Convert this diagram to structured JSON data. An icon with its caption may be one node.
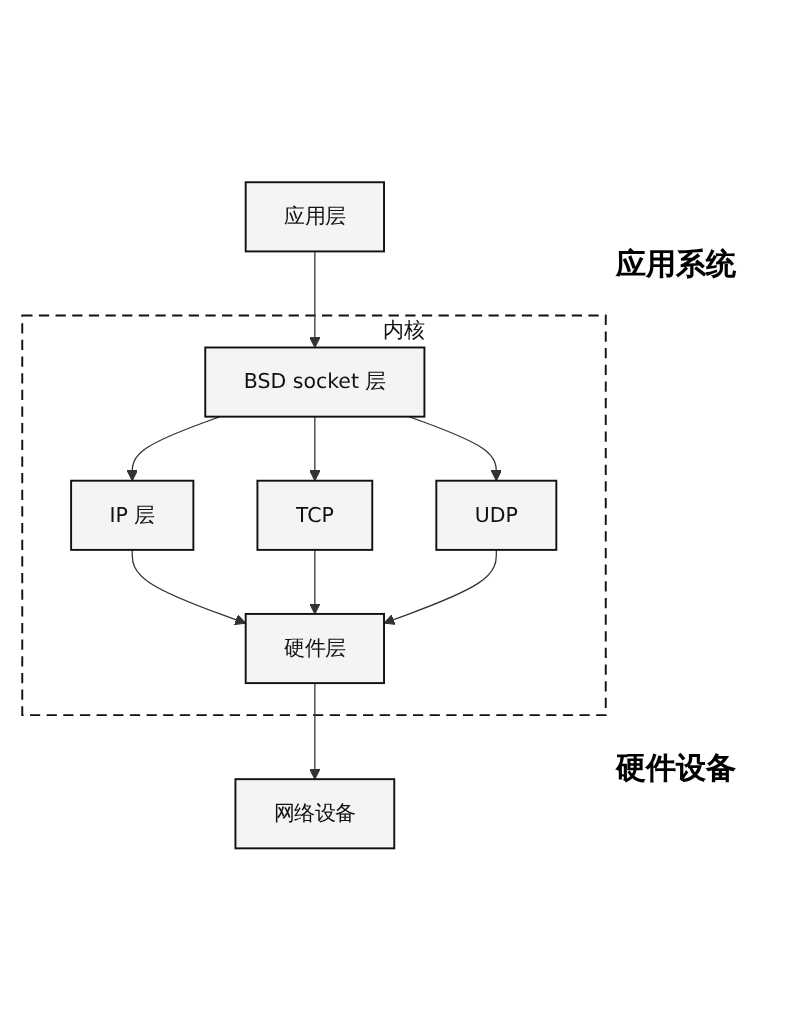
{
  "diagram": {
    "nodes": [
      {
        "text": [
          "应用层"
        ]
      },
      {
        "text": [
          "内核"
        ]
      },
      {
        "text": [
          "BSD socket 层"
        ],
        "in": 1
      },
      {
        "text": [
          "IP 层"
        ],
        "in": 1
      },
      {
        "text": [
          "TCP"
        ],
        "in": 1
      },
      {
        "text": [
          "UDP"
        ],
        "in": 1
      },
      {
        "text": [
          "硬件层"
        ],
        "in": 1
      },
      {
        "text": [
          "网络设备"
        ]
      }
    ],
    "edges": [
      {
        "from": 0,
        "to": 2,
        "arrow": "to"
      },
      {
        "from": 2,
        "to": 3,
        "arrow": "to"
      },
      {
        "from": 2,
        "to": 4,
        "arrow": "to"
      },
      {
        "from": 2,
        "to": 5,
        "arrow": "to"
      },
      {
        "from": 3,
        "to": 6,
        "arrow": "to"
      },
      {
        "from": 4,
        "to": 6,
        "arrow": "to"
      },
      {
        "from": 5,
        "to": 6,
        "arrow": "to"
      },
      {
        "from": 6,
        "to": 7,
        "arrow": "to"
      }
    ],
    "labels": [
      "应用系统",
      "硬件设备"
    ]
  }
}
